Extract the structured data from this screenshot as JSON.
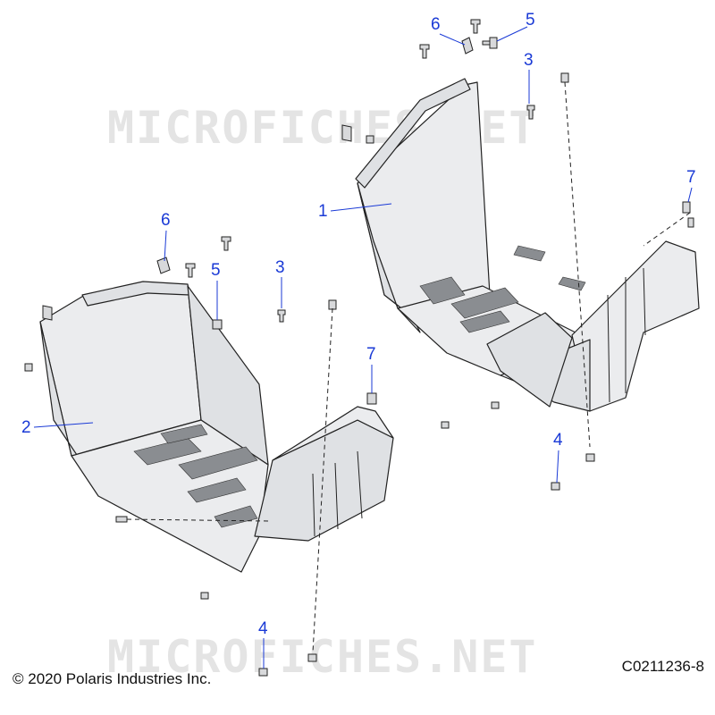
{
  "watermark": "MICROFICHES.NET",
  "copyright": "© 2020 Polaris Industries Inc.",
  "drawing_code": "C0211236-8",
  "callouts": {
    "c1": "1",
    "c2": "2",
    "c3a": "3",
    "c3b": "3",
    "c4a": "4",
    "c4b": "4",
    "c5a": "5",
    "c5b": "5",
    "c6a": "6",
    "c6b": "6",
    "c7a": "7",
    "c7b": "7"
  },
  "colors": {
    "callout": "#1a3ad6",
    "watermark": "#e4e4e4",
    "part_fill": "#ebecee"
  }
}
